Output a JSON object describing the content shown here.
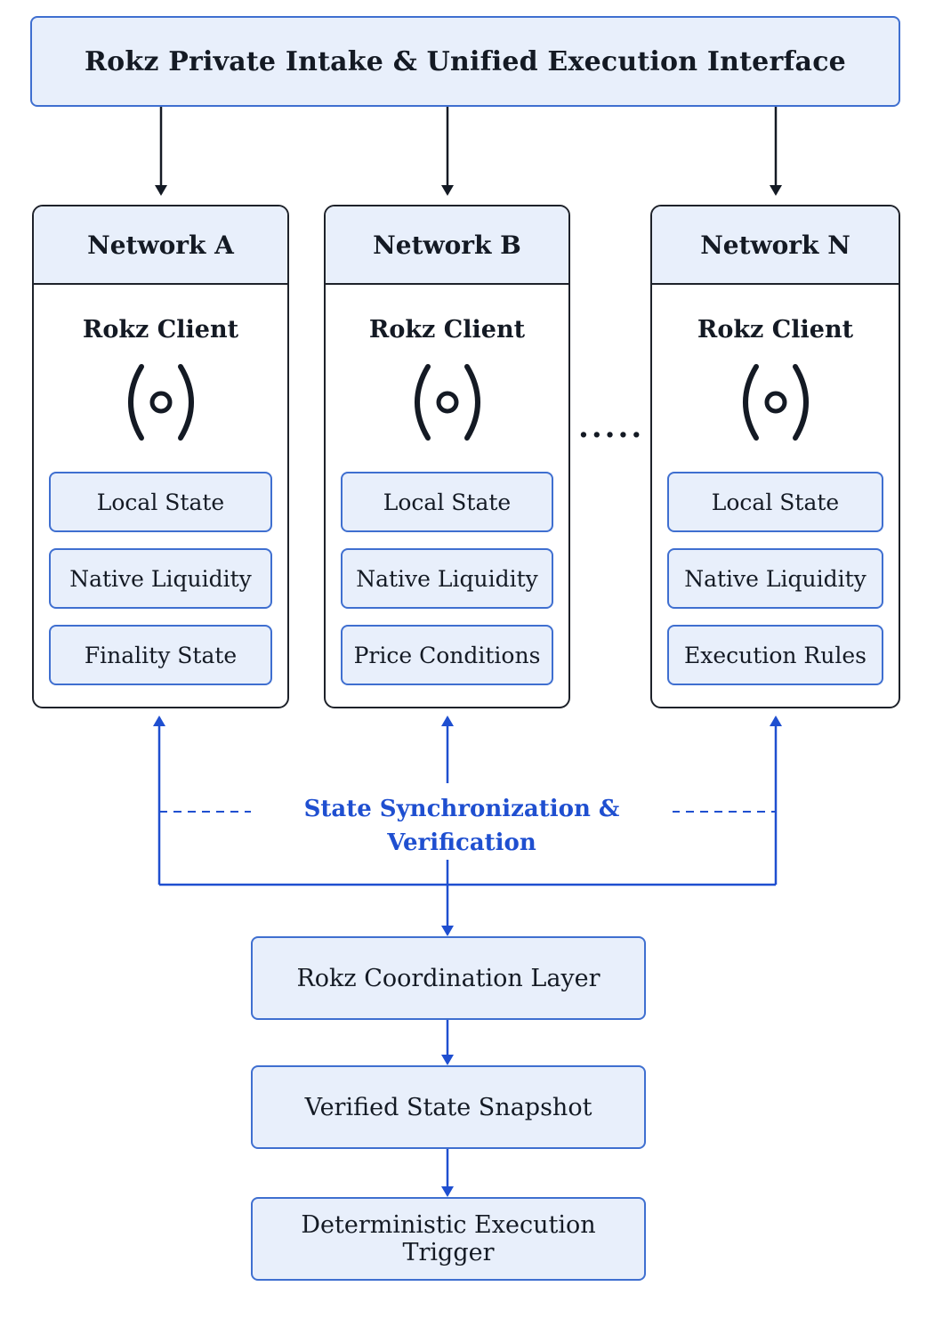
{
  "header": {
    "title": "Rokz Private Intake & Unified Execution Interface"
  },
  "networks": [
    {
      "name": "Network A",
      "client": "Rokz Client",
      "items": [
        "Local State",
        "Native Liquidity",
        "Finality State"
      ]
    },
    {
      "name": "Network B",
      "client": "Rokz Client",
      "items": [
        "Local State",
        "Native Liquidity",
        "Price Conditions"
      ]
    },
    {
      "name": "Network N",
      "client": "Rokz Client",
      "items": [
        "Local State",
        "Native Liquidity",
        "Execution Rules"
      ]
    }
  ],
  "ellipsis": ".....",
  "sync": {
    "label": "State Synchronization & Verification"
  },
  "pipeline": {
    "coordination": "Rokz Coordination Layer",
    "snapshot": "Verified State Snapshot",
    "trigger": "Deterministic Execution Trigger"
  },
  "colors": {
    "accent_blue": "#1f4fd0",
    "box_fill": "#e8effb",
    "box_border": "#3f6fd0",
    "dark_line": "#141a24"
  },
  "icons": {
    "client": "broadcast-signal-icon"
  }
}
